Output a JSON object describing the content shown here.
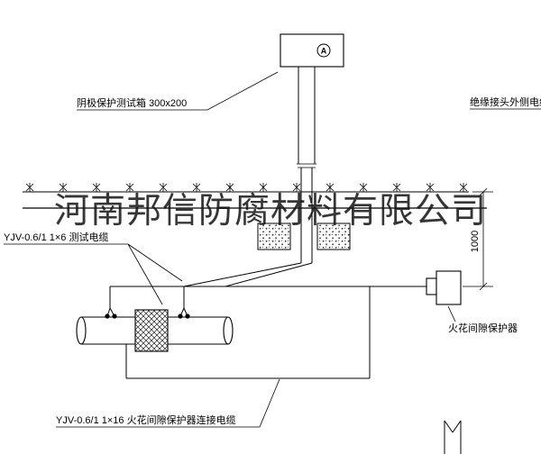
{
  "watermark": {
    "company": "河南邦信防腐材料有限公司"
  },
  "test_box": {
    "label": "阴极保护测试箱 300x200",
    "meter_symbol": "A"
  },
  "cables": {
    "insulated_joint_outer": "绝缘接头外侧电缆",
    "test_cable": "YJV-0.6/1 1×6  测试电缆",
    "spark_gap_cable": "YJV-0.6/1 1×16  火花间隙保护器连接电缆"
  },
  "spark_gap": {
    "label": "火花间隙保护器"
  },
  "dimensions": {
    "depth": "1000"
  }
}
